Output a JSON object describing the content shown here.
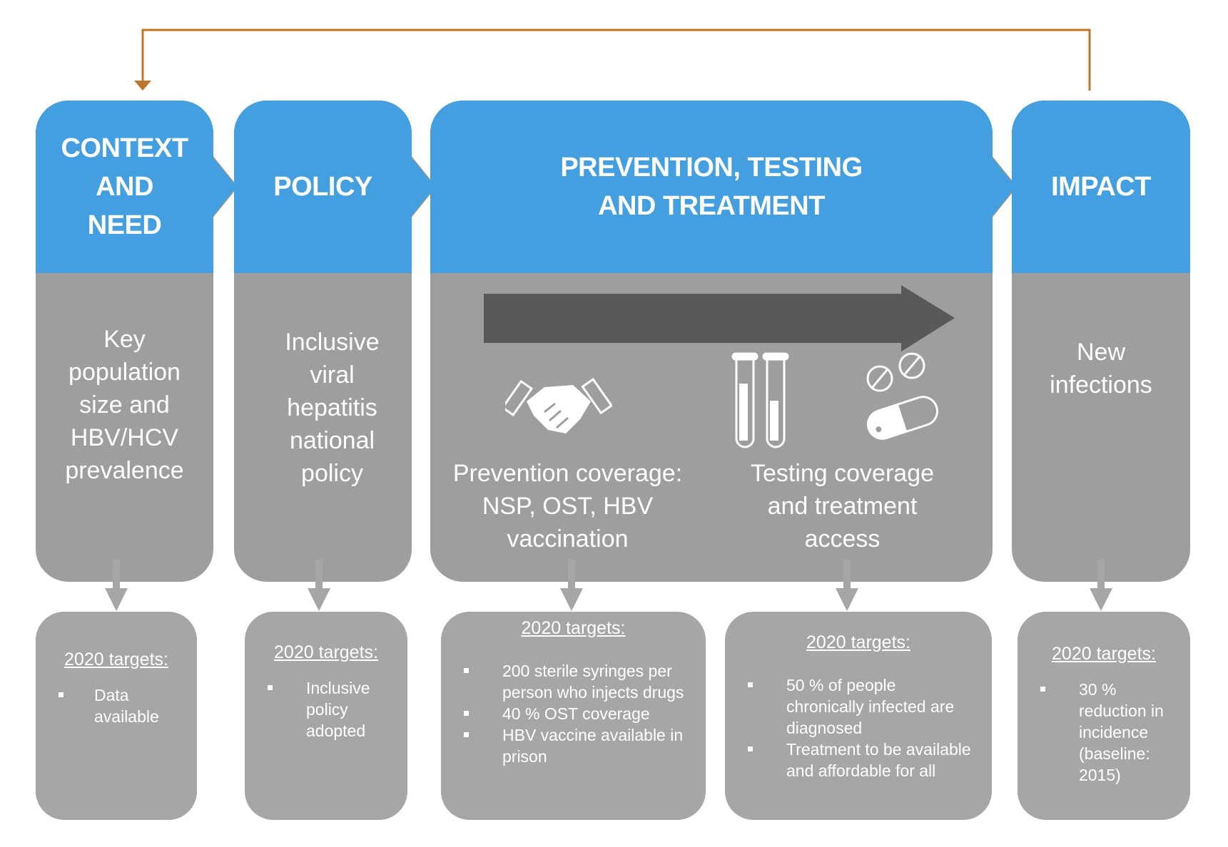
{
  "colors": {
    "header_blue": "#449fe0",
    "panel_gray": "#9e9e9e",
    "target_gray": "#a6a6a6",
    "flow_arrow": "#595959",
    "feedback_line": "#c0762a"
  },
  "columns": [
    {
      "title": "CONTEXT AND NEED",
      "body": [
        "Key",
        "population",
        "size and",
        "HBV/HCV",
        "prevalence"
      ]
    },
    {
      "title": "POLICY",
      "body": [
        "Inclusive",
        "viral",
        "hepatitis",
        "national",
        "policy"
      ]
    },
    {
      "title": "PREVENTION, TESTING AND TREATMENT",
      "sub": [
        {
          "icon": "handshake-icon",
          "text": [
            "Prevention coverage:",
            "NSP, OST, HBV",
            "vaccination"
          ]
        },
        {
          "icon": "test-tubes-icon",
          "text": [
            "Testing coverage",
            "and treatment",
            "access"
          ]
        }
      ],
      "extra_icon": "pills-icon"
    },
    {
      "title": "IMPACT",
      "body": [
        "New",
        "infections"
      ]
    }
  ],
  "targets": [
    {
      "title": "2020 targets:",
      "items": [
        "Data available"
      ]
    },
    {
      "title": "2020 targets:",
      "items": [
        "Inclusive policy adopted"
      ]
    },
    {
      "title": "2020 targets:",
      "items": [
        "200 sterile syringes per person who injects drugs",
        "40 % OST coverage",
        "HBV vaccine available in prison"
      ]
    },
    {
      "title": "2020 targets:",
      "items": [
        "50 % of people chronically infected are diagnosed",
        "Treatment to be available and affordable for all"
      ]
    },
    {
      "title": "2020 targets:",
      "items": [
        "30 % reduction in incidence (baseline: 2015)"
      ]
    }
  ]
}
